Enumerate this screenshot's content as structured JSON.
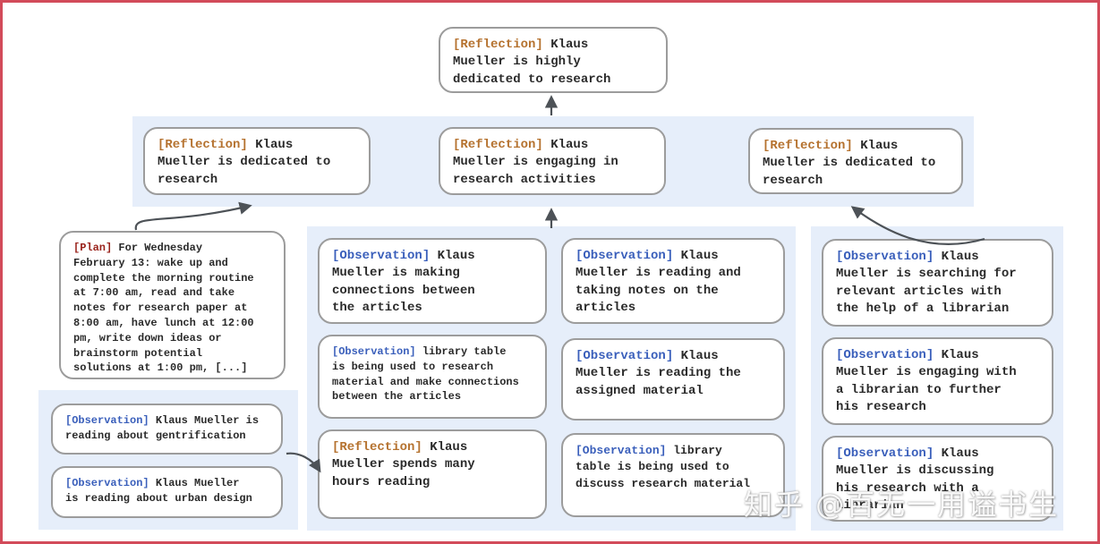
{
  "colors": {
    "frame_red": "#d24b5a",
    "band_blue": "#e6eefa",
    "box_border_gray": "#9c9c9c",
    "reflection_tag": "#b5722f",
    "plan_tag": "#9a231c",
    "observation_tag": "#3a5fbb",
    "body_text": "#2a2a2a",
    "arrow": "#4d5257"
  },
  "nodes": {
    "top": {
      "tag": "[Reflection]",
      "text": " Klaus\nMueller is highly\ndedicated to research"
    },
    "refl": [
      {
        "tag": "[Reflection]",
        "text": " Klaus\nMueller is dedicated to\nresearch"
      },
      {
        "tag": "[Reflection]",
        "text": " Klaus\nMueller is engaging in\nresearch activities"
      },
      {
        "tag": "[Reflection]",
        "text": " Klaus\nMueller is dedicated to\nresearch"
      }
    ],
    "plan": {
      "tag": "[Plan]",
      "text": " For Wednesday\nFebruary 13: wake up and\ncomplete the morning routine\nat 7:00 am, read and take\nnotes for research paper at\n8:00 am, have lunch at 12:00\npm, write down ideas or\nbrainstorm potential\nsolutions at 1:00 pm, [...]"
    },
    "left_obs": [
      {
        "tag": "[Observation]",
        "text": " Klaus Mueller is\nreading about gentrification"
      },
      {
        "tag": "[Observation]",
        "text": " Klaus Mueller\nis reading about urban design"
      }
    ],
    "mid_a": [
      {
        "tag": "[Observation]",
        "text": " Klaus\nMueller is making\nconnections between\nthe articles"
      },
      {
        "tag": "[Observation]",
        "text": " library table\nis being used to research\nmaterial and make connections\nbetween the articles"
      },
      {
        "tag": "[Reflection]",
        "text": " Klaus\nMueller spends many\nhours reading"
      }
    ],
    "mid_b": [
      {
        "tag": "[Observation]",
        "text": " Klaus\nMueller is reading and\ntaking notes on the\narticles"
      },
      {
        "tag": "[Observation]",
        "text": " Klaus\nMueller is reading the\nassigned material"
      },
      {
        "tag": "[Observation]",
        "text": " library\ntable is being used to\ndiscuss research material"
      }
    ],
    "right_obs": [
      {
        "tag": "[Observation]",
        "text": " Klaus\nMueller is searching for\nrelevant articles with\nthe help of a librarian"
      },
      {
        "tag": "[Observation]",
        "text": " Klaus\nMueller is engaging with\na librarian to further\nhis research"
      },
      {
        "tag": "[Observation]",
        "text": " Klaus\nMueller is discussing\nhis research with a\nlibrarian"
      }
    ]
  },
  "watermark": {
    "text": "知乎 @百无一用谥书生"
  }
}
